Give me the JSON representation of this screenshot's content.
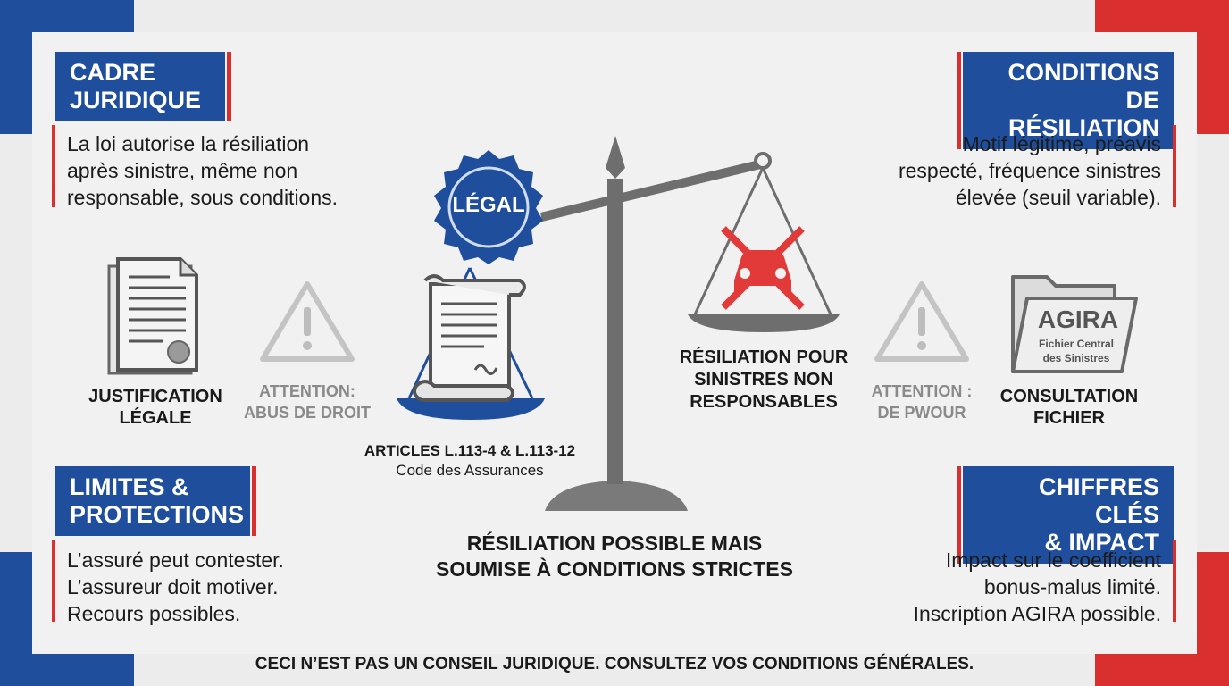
{
  "cadre": {
    "title_line1": "CADRE",
    "title_line2": "JURIDIQUE",
    "text_line1": "La loi autorise la résiliation",
    "text_line2": "après sinistre, même non",
    "text_line3": "responsable, sous conditions."
  },
  "conditions": {
    "title_line1": "CONDITIONS DE",
    "title_line2": "RÉSILIATION",
    "text_line1": "Motif légitime, préavis",
    "text_line2": "respecté, fréquence sinistres",
    "text_line3": "élevée (seuil variable)."
  },
  "limites": {
    "title_line1": "LIMITES &",
    "title_line2": "PROTECTIONS",
    "text_line1": "L’assuré peut contester.",
    "text_line2": "L’assureur doit motiver.",
    "text_line3": "Recours possibles."
  },
  "chiffres": {
    "title_line1": "CHIFFRES CLÉS",
    "title_line2": "& IMPACT",
    "text_line1": "Impact sur le coefficient",
    "text_line2": "bonus-malus limité.",
    "text_line3": "Inscription AGIRA possible."
  },
  "icons": {
    "justification": {
      "icon": "certificate-document-icon",
      "line1": "JUSTIFICATION",
      "line2": "LÉGALE"
    },
    "abus": {
      "icon": "warning-triangle-icon",
      "line1": "ATTENTION:",
      "line2": "ABUS DE DROIT"
    },
    "pouvoir": {
      "icon": "warning-triangle-icon",
      "line1": "ATTENTION :",
      "line2": "DE PWOUR"
    },
    "fichier": {
      "icon": "folder-icon",
      "line1": "CONSULTATION",
      "line2": "FICHIER",
      "folder_title": "AGIRA",
      "folder_sub1": "Fichier Central",
      "folder_sub2": "des Sinistres"
    }
  },
  "scale": {
    "badge": "LÉGAL",
    "articles_line1": "ARTICLES L.113-4 & L.113-12",
    "articles_line2": "Code des Assurances",
    "right_line1": "RÉSILIATION POUR",
    "right_line2": "SINISTRES NON",
    "right_line3": "RESPONSABLES",
    "conclusion_line1": "RÉSILIATION POSSIBLE MAIS",
    "conclusion_line2": "SOUMISE À CONDITIONS STRICTES"
  },
  "footer": "CECI N’EST PAS UN CONSEIL JURIDIQUE. CONSULTEZ VOS CONDITIONS GÉNÉRALES.",
  "colors": {
    "blue": "#1f4e9c",
    "red": "#d9302f",
    "grey": "#6b6b6b"
  }
}
